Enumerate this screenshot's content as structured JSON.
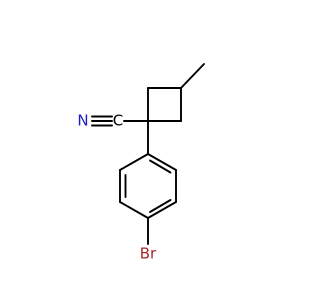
{
  "molecule": {
    "atoms": [
      {
        "id": "N",
        "label": "N",
        "color": "#1e1ec8"
      },
      {
        "id": "C_nitrile",
        "label": "C",
        "color": "#000000"
      },
      {
        "id": "Br",
        "label": "Br",
        "color": "#a52a2a"
      }
    ],
    "bond_color": "#000000"
  }
}
